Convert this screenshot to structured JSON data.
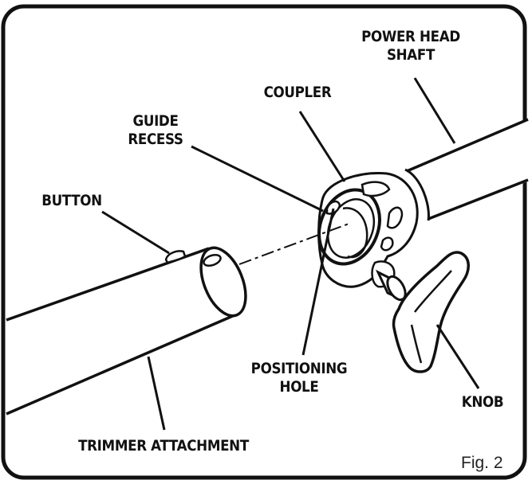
{
  "labels": {
    "power_head_shaft_line1": "POWER HEAD",
    "power_head_shaft_line2": "SHAFT",
    "coupler": "COUPLER",
    "guide_recess_line1": "GUIDE",
    "guide_recess_line2": "RECESS",
    "button": "BUTTON",
    "positioning_hole_line1": "POSITIONING",
    "positioning_hole_line2": "HOLE",
    "knob": "KNOB",
    "trimmer_attachment": "TRIMMER ATTACHMENT"
  },
  "caption": "Fig. 2",
  "colors": {
    "ink": "#111111",
    "background": "#ffffff"
  }
}
